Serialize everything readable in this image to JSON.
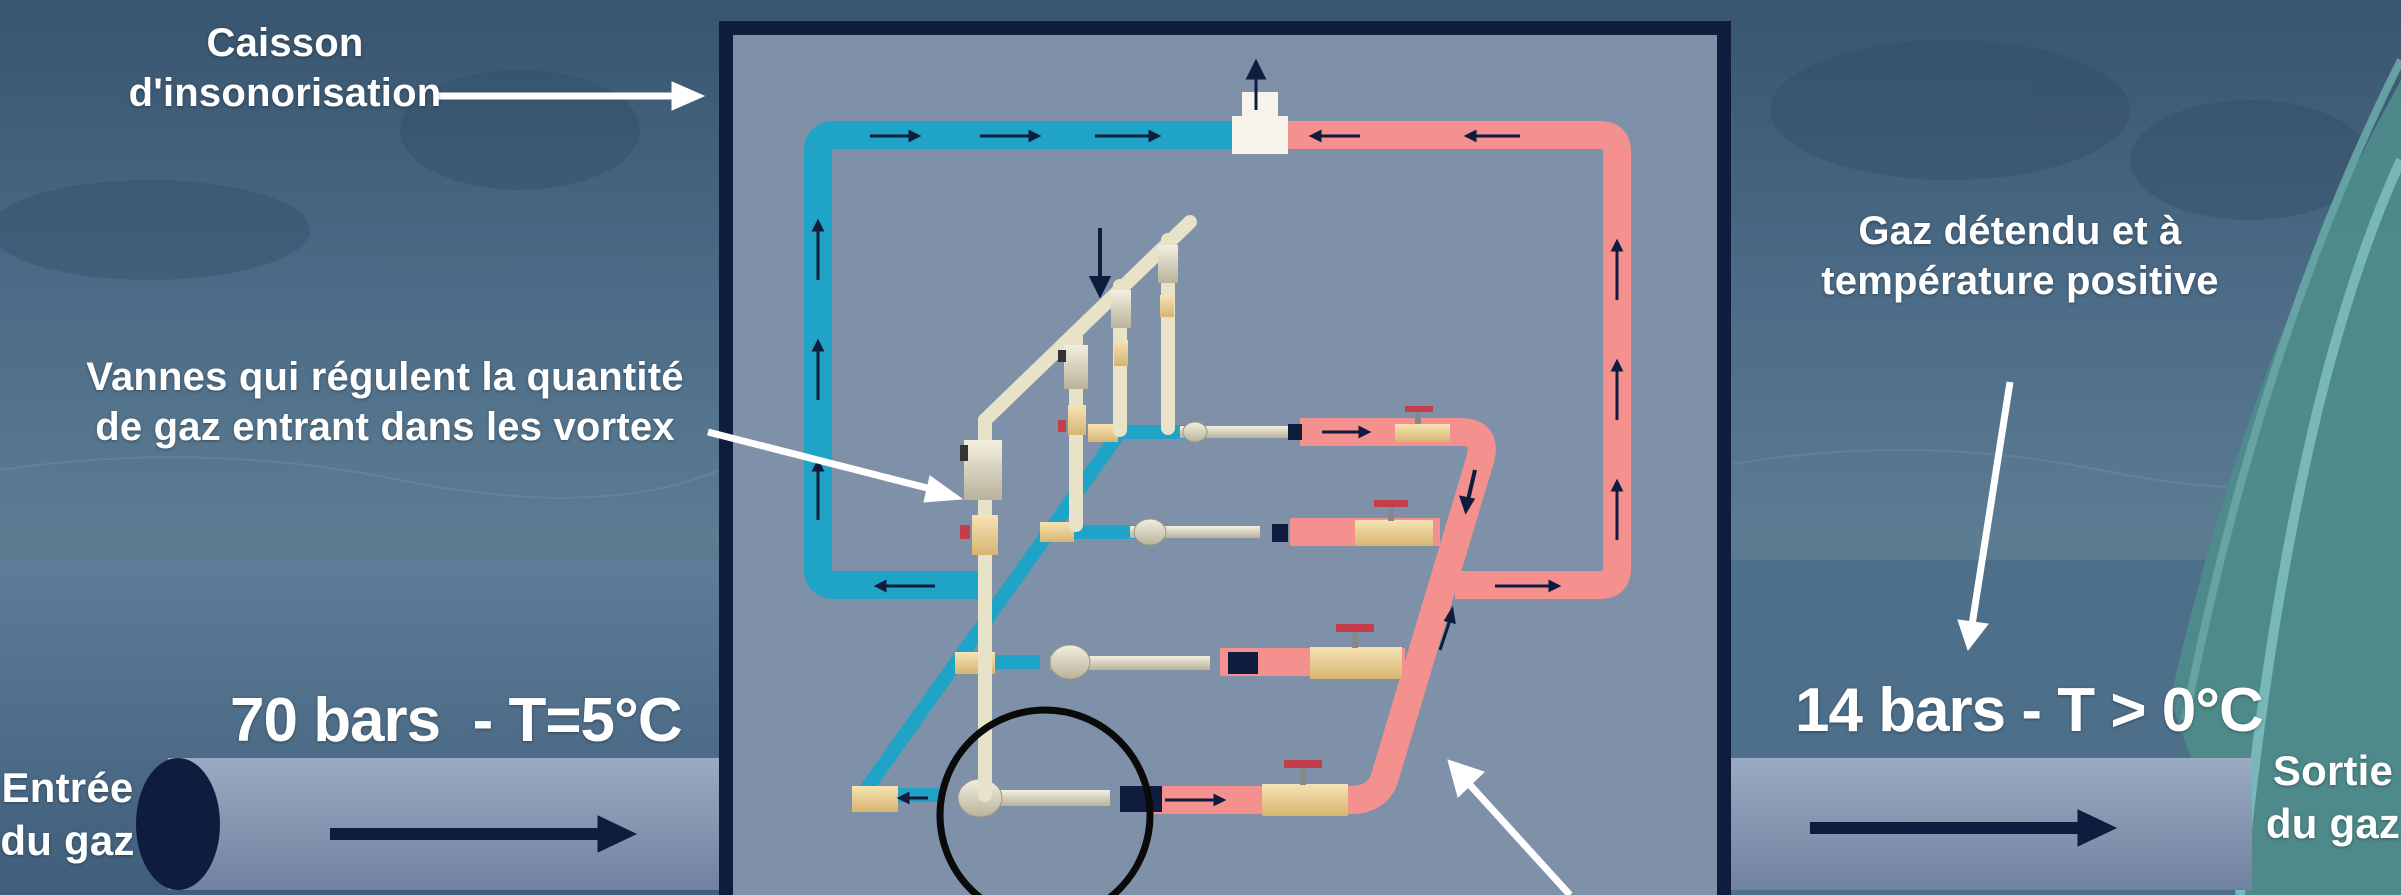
{
  "colors": {
    "cold_pipe": "#1fa3c6",
    "hot_pipe": "#f4918f",
    "box_fill": "#7d90a6",
    "box_border": "#0f1c3d",
    "main_pipe": "#8193ad",
    "arrow_dark": "#0f1c3d",
    "label_text": "#ffffff"
  },
  "labels": {
    "caisson": "Caisson d'insonorisation",
    "vannes_line1": "Vannes qui régulent la quantité",
    "vannes_line2": "de gaz entrant dans les vortex",
    "gaz_detendu_line1": "Gaz détendu et à",
    "gaz_detendu_line2": "température positive",
    "inlet_pressure": "70 bars  - T=5°C",
    "outlet_pressure": "14 bars - T > 0°C",
    "entree_line1": "Entrée",
    "entree_line2": "du gaz",
    "sortie_line1": "Sortie",
    "sortie_line2": "du gaz"
  },
  "icons": [
    "arrow-right-icon",
    "arrow-up-icon",
    "arrow-down-icon",
    "valve-icon"
  ]
}
